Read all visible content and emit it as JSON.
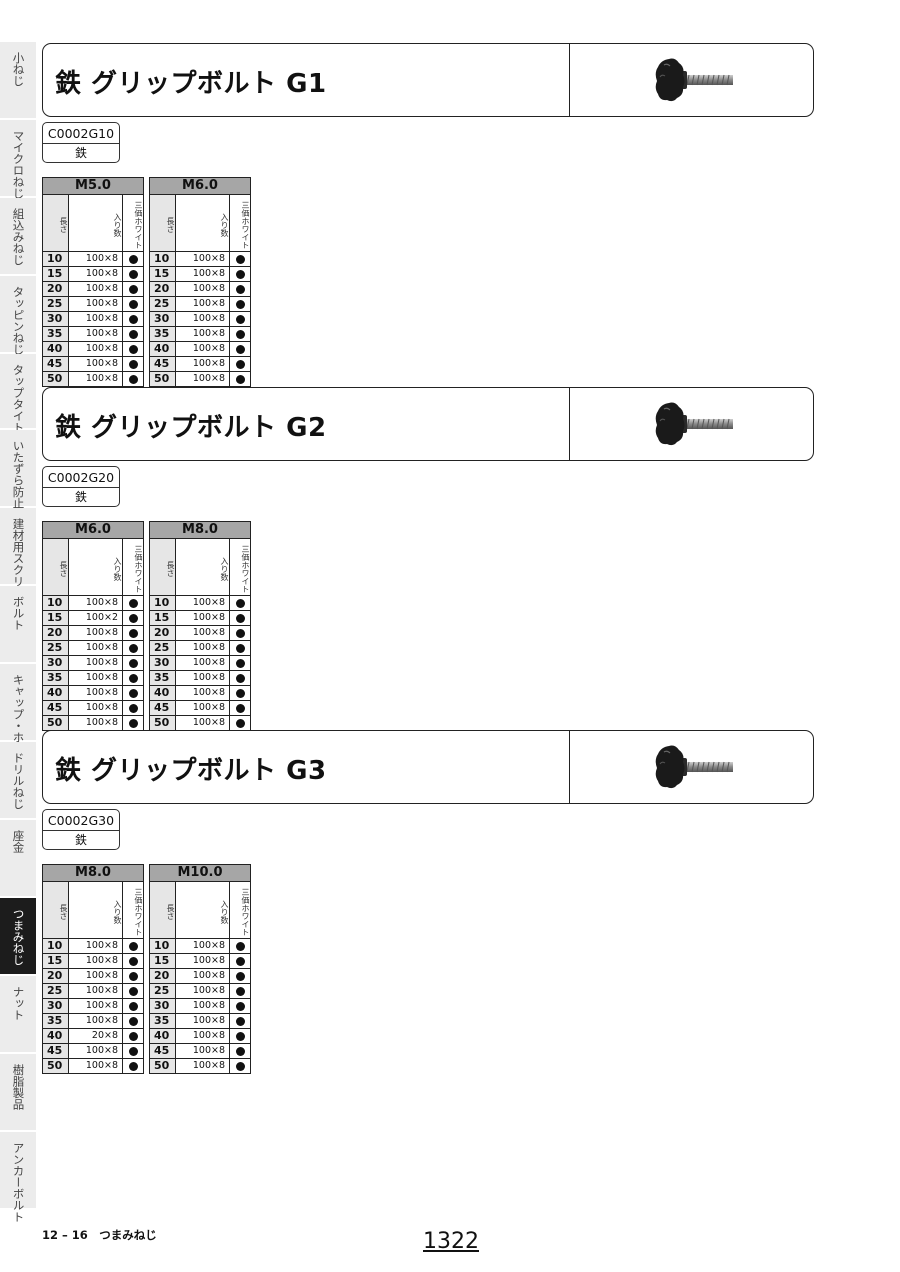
{
  "sidebar": {
    "items": [
      {
        "label": "小ねじ",
        "active": false
      },
      {
        "label": "マイクロねじ",
        "active": false
      },
      {
        "label": "組込みねじ",
        "active": false
      },
      {
        "label": "タッピンねじ",
        "active": false
      },
      {
        "label": "タップタイト・ハイテクねじ",
        "active": false
      },
      {
        "label": "いたずら防止ねじ",
        "active": false
      },
      {
        "label": "建材用スクリュー",
        "active": false
      },
      {
        "label": "ボルト",
        "active": false
      },
      {
        "label": "キャップ・ホーロー",
        "active": false
      },
      {
        "label": "ドリルねじ",
        "active": false
      },
      {
        "label": "座金",
        "active": false
      },
      {
        "label": "つまみねじ",
        "active": true
      },
      {
        "label": "ナット",
        "active": false
      },
      {
        "label": "樹脂製品",
        "active": false
      },
      {
        "label": "アンカーボルト",
        "active": false
      }
    ]
  },
  "table_headers": {
    "length": "長さ",
    "quantity": "入り数",
    "stock": "三価ホワイト"
  },
  "products": [
    {
      "title": "鉄 グリップボルト G1",
      "code": "C0002G10",
      "material": "鉄",
      "image_icon": "grip-bolt-knob-icon",
      "tables": [
        {
          "size": "M5.0",
          "rows": [
            {
              "len": "10",
              "qty": "100×8"
            },
            {
              "len": "15",
              "qty": "100×8"
            },
            {
              "len": "20",
              "qty": "100×8"
            },
            {
              "len": "25",
              "qty": "100×8"
            },
            {
              "len": "30",
              "qty": "100×8"
            },
            {
              "len": "35",
              "qty": "100×8"
            },
            {
              "len": "40",
              "qty": "100×8"
            },
            {
              "len": "45",
              "qty": "100×8"
            },
            {
              "len": "50",
              "qty": "100×8"
            }
          ]
        },
        {
          "size": "M6.0",
          "rows": [
            {
              "len": "10",
              "qty": "100×8"
            },
            {
              "len": "15",
              "qty": "100×8"
            },
            {
              "len": "20",
              "qty": "100×8"
            },
            {
              "len": "25",
              "qty": "100×8"
            },
            {
              "len": "30",
              "qty": "100×8"
            },
            {
              "len": "35",
              "qty": "100×8"
            },
            {
              "len": "40",
              "qty": "100×8"
            },
            {
              "len": "45",
              "qty": "100×8"
            },
            {
              "len": "50",
              "qty": "100×8"
            }
          ]
        }
      ]
    },
    {
      "title": "鉄 グリップボルト G2",
      "code": "C0002G20",
      "material": "鉄",
      "image_icon": "grip-bolt-knob-icon",
      "tables": [
        {
          "size": "M6.0",
          "rows": [
            {
              "len": "10",
              "qty": "100×8"
            },
            {
              "len": "15",
              "qty": "100×2"
            },
            {
              "len": "20",
              "qty": "100×8"
            },
            {
              "len": "25",
              "qty": "100×8"
            },
            {
              "len": "30",
              "qty": "100×8"
            },
            {
              "len": "35",
              "qty": "100×8"
            },
            {
              "len": "40",
              "qty": "100×8"
            },
            {
              "len": "45",
              "qty": "100×8"
            },
            {
              "len": "50",
              "qty": "100×8"
            }
          ]
        },
        {
          "size": "M8.0",
          "rows": [
            {
              "len": "10",
              "qty": "100×8"
            },
            {
              "len": "15",
              "qty": "100×8"
            },
            {
              "len": "20",
              "qty": "100×8"
            },
            {
              "len": "25",
              "qty": "100×8"
            },
            {
              "len": "30",
              "qty": "100×8"
            },
            {
              "len": "35",
              "qty": "100×8"
            },
            {
              "len": "40",
              "qty": "100×8"
            },
            {
              "len": "45",
              "qty": "100×8"
            },
            {
              "len": "50",
              "qty": "100×8"
            }
          ]
        }
      ]
    },
    {
      "title": "鉄 グリップボルト G3",
      "code": "C0002G30",
      "material": "鉄",
      "image_icon": "grip-bolt-knob-icon",
      "tables": [
        {
          "size": "M8.0",
          "rows": [
            {
              "len": "10",
              "qty": "100×8"
            },
            {
              "len": "15",
              "qty": "100×8"
            },
            {
              "len": "20",
              "qty": "100×8"
            },
            {
              "len": "25",
              "qty": "100×8"
            },
            {
              "len": "30",
              "qty": "100×8"
            },
            {
              "len": "35",
              "qty": "100×8"
            },
            {
              "len": "40",
              "qty": "20×8"
            },
            {
              "len": "45",
              "qty": "100×8"
            },
            {
              "len": "50",
              "qty": "100×8"
            }
          ]
        },
        {
          "size": "M10.0",
          "rows": [
            {
              "len": "10",
              "qty": "100×8"
            },
            {
              "len": "15",
              "qty": "100×8"
            },
            {
              "len": "20",
              "qty": "100×8"
            },
            {
              "len": "25",
              "qty": "100×8"
            },
            {
              "len": "30",
              "qty": "100×8"
            },
            {
              "len": "35",
              "qty": "100×8"
            },
            {
              "len": "40",
              "qty": "100×8"
            },
            {
              "len": "45",
              "qty": "100×8"
            },
            {
              "len": "50",
              "qty": "100×8"
            }
          ]
        }
      ]
    }
  ],
  "footer": {
    "section": "12 – 16　つまみねじ",
    "page": "1322"
  },
  "colors": {
    "table_header": "#a6a6a6",
    "length_column": "#e6e6e6",
    "active_tab": "#1c1c1c",
    "tab": "#ececec"
  }
}
